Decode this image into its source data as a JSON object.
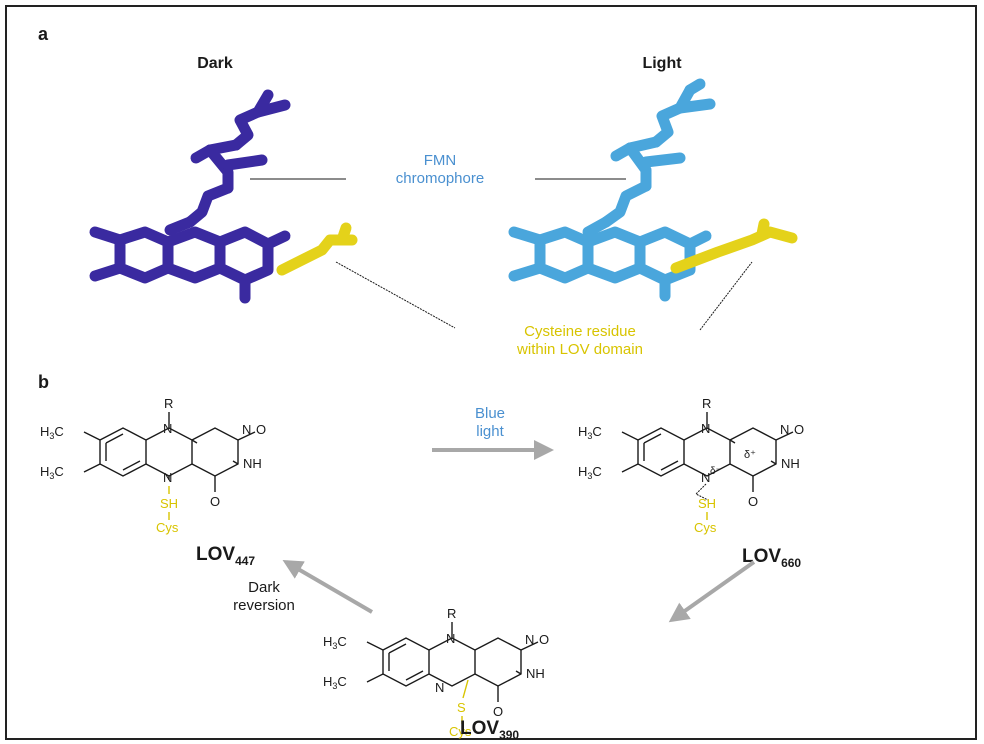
{
  "panel_a": {
    "letter": "a",
    "dark_title": "Dark",
    "light_title": "Light",
    "fmn_line1": "FMN",
    "fmn_line2": "chromophore",
    "cys_line1": "Cysteine residue",
    "cys_line2": "within LOV domain"
  },
  "panel_b": {
    "letter": "b",
    "blue_line1": "Blue",
    "blue_line2": "light",
    "dark_rev_line1": "Dark",
    "dark_rev_line2": "reversion",
    "lov447": {
      "main": "LOV",
      "sub": "447"
    },
    "lov660": {
      "main": "LOV",
      "sub": "660"
    },
    "lov390": {
      "main": "LOV",
      "sub": "390"
    },
    "chem": {
      "R": "R",
      "N": "N",
      "O": "O",
      "NH": "NH",
      "H3C": "H",
      "C": "C",
      "three": "3",
      "SH": "SH",
      "S": "S",
      "Cys": "Cys",
      "delta_minus": "δ⁻",
      "delta_plus": "δ⁺"
    }
  },
  "colors": {
    "dark_model": "#3a2aa0",
    "light_model": "#4aa6dc",
    "cysteine": "#e4d21a",
    "blue_text": "#4a90d0",
    "yellow_text": "#d8c400",
    "arrow": "#a8a8a8",
    "ink": "#1a1a1a"
  }
}
